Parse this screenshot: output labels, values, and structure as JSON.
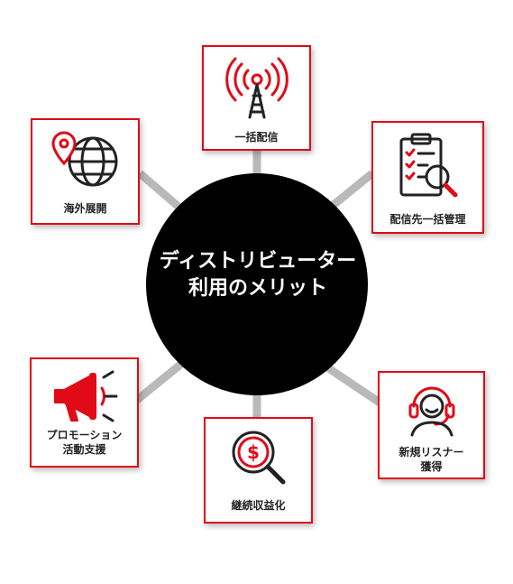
{
  "colors": {
    "accent": "#e10a17",
    "hub": "#000000",
    "spoke": "#b9b9b9",
    "text": "#222222"
  },
  "hub": {
    "line1": "ディストリビューター",
    "line2": "利用のメリット"
  },
  "cards": [
    {
      "key": "bulk-delivery",
      "label": "一括配信",
      "icon": "broadcast-tower-icon"
    },
    {
      "key": "destination-management",
      "label": "配信先一括管理",
      "icon": "clipboard-search-icon"
    },
    {
      "key": "new-listeners",
      "label_line1": "新規リスナー",
      "label_line2": "獲得",
      "icon": "headset-listener-icon"
    },
    {
      "key": "monetization",
      "label": "継続収益化",
      "icon": "dollar-magnifier-icon"
    },
    {
      "key": "promotion",
      "label_line1": "プロモーション",
      "label_line2": "活動支援",
      "icon": "megaphone-icon"
    },
    {
      "key": "overseas",
      "label": "海外展開",
      "icon": "globe-pin-icon"
    }
  ]
}
